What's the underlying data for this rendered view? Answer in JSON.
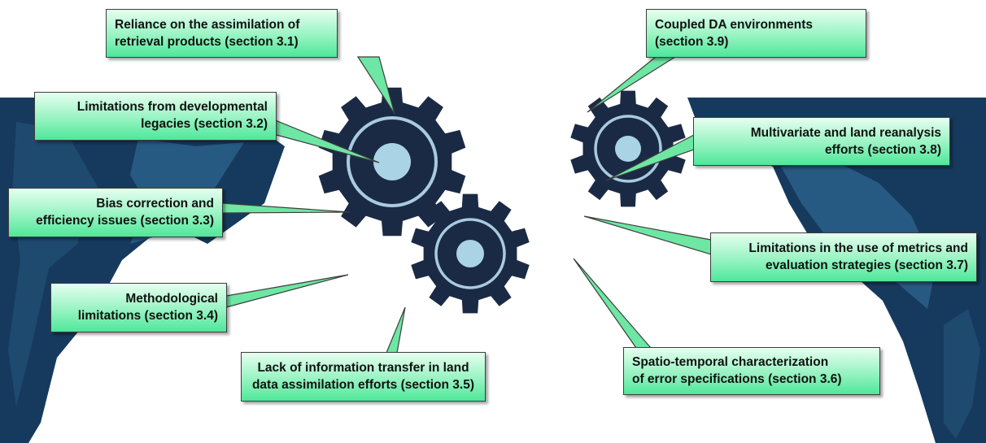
{
  "colors": {
    "gear": "#1b2a44",
    "gear_ring": "#a8cbe0",
    "gear_hub": "#aad3e6",
    "mountain_dark": "#163a5e",
    "mountain_light": "#2e6690",
    "callout_fill": "#8ff2bd",
    "callout_border": "#3d3d3d"
  },
  "icons": [
    "large-gear-icon",
    "medium-gear-icon",
    "right-gear-icon",
    "mountain-left",
    "mountain-right"
  ],
  "callouts": {
    "s31": {
      "line1": "Reliance on the assimilation of",
      "line2": "retrieval products (section 3.1)"
    },
    "s32": {
      "line1": "Limitations from developmental",
      "line2": "legacies (section 3.2)"
    },
    "s33": {
      "line1": "Bias correction and",
      "line2": "efficiency issues (section 3.3)"
    },
    "s34": {
      "line1": "Methodological",
      "line2": "limitations (section 3.4)"
    },
    "s35": {
      "line1": "Lack of information transfer in land",
      "line2": "data assimilation efforts (section 3.5)"
    },
    "s36": {
      "line1": "Spatio-temporal characterization",
      "line2": "of error specifications (section 3.6)"
    },
    "s37": {
      "line1": "Limitations in the use of metrics and",
      "line2": "evaluation strategies (section 3.7)"
    },
    "s38": {
      "line1": "Multivariate and land reanalysis",
      "line2": "efforts (section 3.8)"
    },
    "s39": {
      "line1": "Coupled DA environments",
      "line2": "(section 3.9)"
    }
  }
}
